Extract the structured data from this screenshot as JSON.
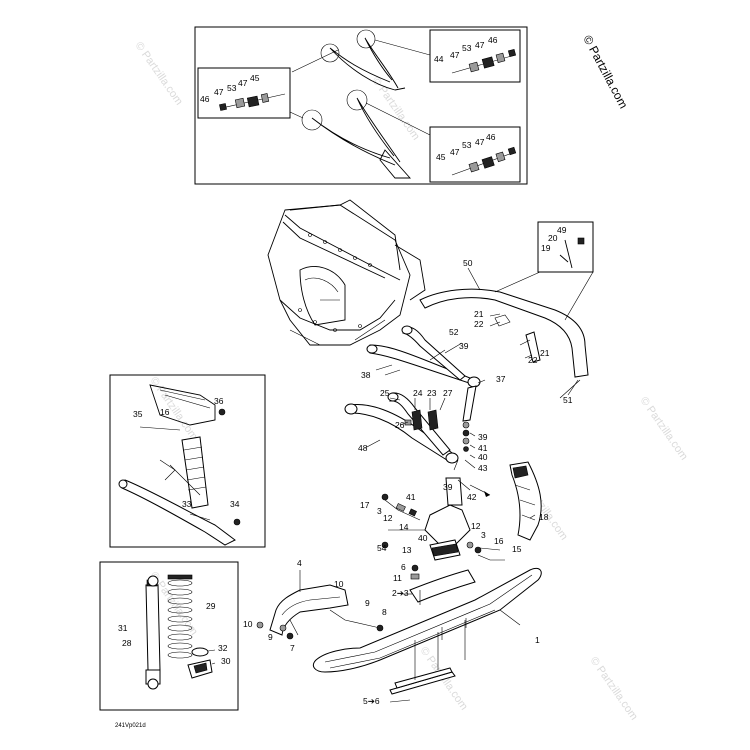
{
  "copyright": "© Partzilla.com",
  "watermark": "© Partzilla.com",
  "drawing_code": "241Vp021d",
  "callouts": [
    {
      "id": "c44",
      "text": "44"
    },
    {
      "id": "c47a",
      "text": "47"
    },
    {
      "id": "c53a",
      "text": "53"
    },
    {
      "id": "c47b",
      "text": "47"
    },
    {
      "id": "c46a",
      "text": "46"
    },
    {
      "id": "c47c",
      "text": "47"
    },
    {
      "id": "c53b",
      "text": "53"
    },
    {
      "id": "c47d",
      "text": "47"
    },
    {
      "id": "c45a",
      "text": "45"
    },
    {
      "id": "c46b",
      "text": "46"
    },
    {
      "id": "c45b",
      "text": "45"
    },
    {
      "id": "c47e",
      "text": "47"
    },
    {
      "id": "c53c",
      "text": "53"
    },
    {
      "id": "c47f",
      "text": "47"
    },
    {
      "id": "c46c",
      "text": "46"
    },
    {
      "id": "c49",
      "text": "49"
    },
    {
      "id": "c20a",
      "text": "20"
    },
    {
      "id": "c19",
      "text": "19"
    },
    {
      "id": "c50",
      "text": "50"
    },
    {
      "id": "c21a",
      "text": "21"
    },
    {
      "id": "c22a",
      "text": "22"
    },
    {
      "id": "c52",
      "text": "52"
    },
    {
      "id": "c39a",
      "text": "39"
    },
    {
      "id": "c21b",
      "text": "21"
    },
    {
      "id": "c22b",
      "text": "22"
    },
    {
      "id": "c38",
      "text": "38"
    },
    {
      "id": "c37",
      "text": "37"
    },
    {
      "id": "c51",
      "text": "51"
    },
    {
      "id": "c25",
      "text": "25"
    },
    {
      "id": "c24",
      "text": "24"
    },
    {
      "id": "c23",
      "text": "23"
    },
    {
      "id": "c27",
      "text": "27"
    },
    {
      "id": "c26",
      "text": "26"
    },
    {
      "id": "c39b",
      "text": "39"
    },
    {
      "id": "c41a",
      "text": "41"
    },
    {
      "id": "c40a",
      "text": "40"
    },
    {
      "id": "c43",
      "text": "43"
    },
    {
      "id": "c48",
      "text": "48"
    },
    {
      "id": "c36",
      "text": "36"
    },
    {
      "id": "c35",
      "text": "35"
    },
    {
      "id": "c16a",
      "text": "16"
    },
    {
      "id": "c33",
      "text": "33"
    },
    {
      "id": "c34",
      "text": "34"
    },
    {
      "id": "c39c",
      "text": "39"
    },
    {
      "id": "c17",
      "text": "17"
    },
    {
      "id": "c41b",
      "text": "41"
    },
    {
      "id": "c42",
      "text": "42"
    },
    {
      "id": "c3a",
      "text": "3"
    },
    {
      "id": "c12a",
      "text": "12"
    },
    {
      "id": "c14",
      "text": "14"
    },
    {
      "id": "c40b",
      "text": "40"
    },
    {
      "id": "c12b",
      "text": "12"
    },
    {
      "id": "c3b",
      "text": "3"
    },
    {
      "id": "c16b",
      "text": "16"
    },
    {
      "id": "c54",
      "text": "54"
    },
    {
      "id": "c13",
      "text": "13"
    },
    {
      "id": "c15",
      "text": "15"
    },
    {
      "id": "c18",
      "text": "18"
    },
    {
      "id": "c6",
      "text": "6"
    },
    {
      "id": "c11",
      "text": "11"
    },
    {
      "id": "c23arrow",
      "text": "2➔3"
    },
    {
      "id": "c4",
      "text": "4"
    },
    {
      "id": "c10a",
      "text": "10"
    },
    {
      "id": "c9a",
      "text": "9"
    },
    {
      "id": "c8",
      "text": "8"
    },
    {
      "id": "c10b",
      "text": "10"
    },
    {
      "id": "c9b",
      "text": "9"
    },
    {
      "id": "c7",
      "text": "7"
    },
    {
      "id": "c1",
      "text": "1"
    },
    {
      "id": "c56arrow",
      "text": "5➔6"
    },
    {
      "id": "c29",
      "text": "29"
    },
    {
      "id": "c31",
      "text": "31"
    },
    {
      "id": "c28",
      "text": "28"
    },
    {
      "id": "c32",
      "text": "32"
    },
    {
      "id": "c30",
      "text": "30"
    }
  ]
}
